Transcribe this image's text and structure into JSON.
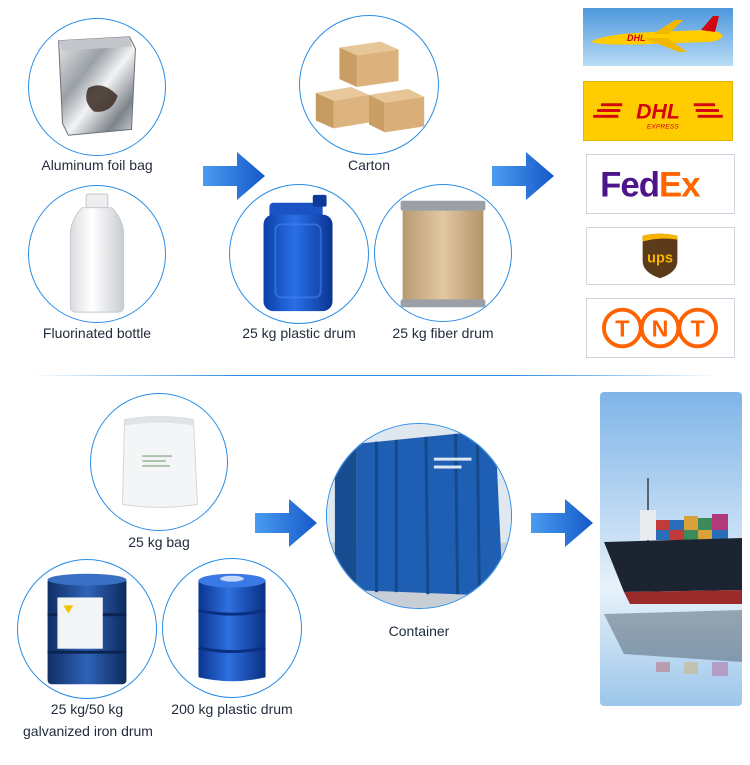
{
  "labels": {
    "aluminum_foil_bag": "Aluminum foil bag",
    "carton": "Carton",
    "fluorinated_bottle": "Fluorinated bottle",
    "plastic_drum_25": "25 kg plastic drum",
    "fiber_drum_25": "25 kg fiber drum",
    "bag_25": "25 kg bag",
    "container": "Container",
    "iron_drum_line1": "25 kg/50 kg",
    "iron_drum_line2": "galvanized iron drum",
    "plastic_drum_200": "200 kg plastic drum"
  },
  "carriers": {
    "dhl": "DHL",
    "dhl_sub": "EXPRESS",
    "fedex_fed": "Fed",
    "fedex_ex": "Ex",
    "ups": "ups",
    "tnt": [
      "T",
      "N",
      "T"
    ]
  },
  "colors": {
    "accent_blue": "#2a8de6",
    "arrow_blue": "#1e6fd6",
    "dhl_yellow": "#ffcc00",
    "dhl_red": "#d40511",
    "fedex_purple": "#4d148c",
    "fedex_orange": "#ff6600",
    "ups_brown": "#5c3b1a",
    "ups_gold": "#f7b500",
    "tnt_orange": "#ff6200"
  }
}
